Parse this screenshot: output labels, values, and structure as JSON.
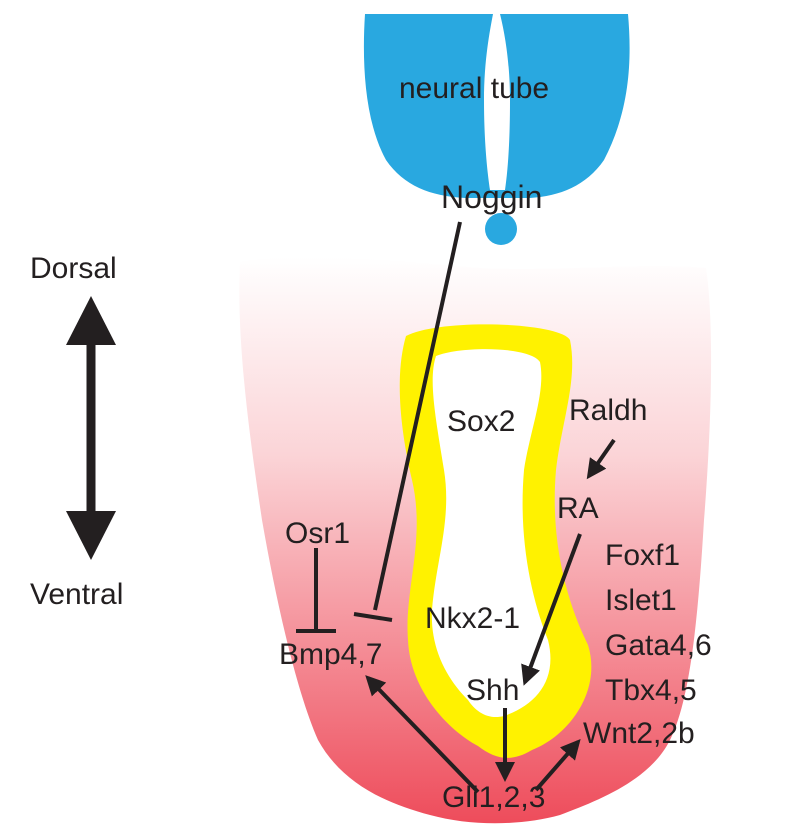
{
  "colors": {
    "neural_tube": "#29a8e0",
    "endoderm_ring": "#fff200",
    "mesenchyme_top": "#ffffff",
    "mesenchyme_bottom": "#ee4c5b",
    "lumen": "#ffffff",
    "ink": "#231f20"
  },
  "labels": {
    "neural_tube": "neural tube",
    "noggin": "Noggin",
    "dorsal": "Dorsal",
    "ventral": "Ventral",
    "sox2": "Sox2",
    "raldh": "Raldh",
    "ra": "RA",
    "osr1": "Osr1",
    "foxf1": "Foxf1",
    "islet1": "Islet1",
    "nkx2_1": "Nkx2-1",
    "gata": "Gata4,6",
    "bmp": "Bmp4,7",
    "tbx": "Tbx4,5",
    "shh": "Shh",
    "wnt": "Wnt2,2b",
    "gli": "Gli1,2,3"
  },
  "icons": {
    "axis": "double-headed-arrow-icon",
    "activation": "arrow-icon",
    "inhibition": "t-bar-inhibition-icon"
  }
}
